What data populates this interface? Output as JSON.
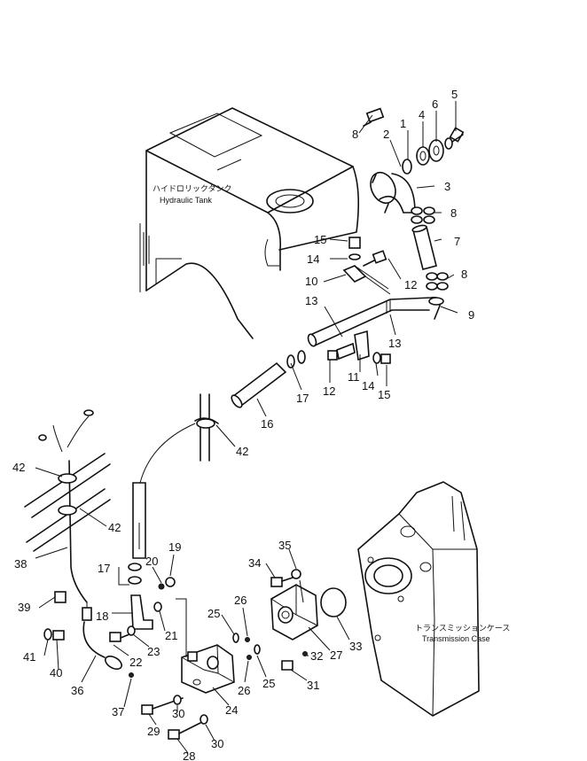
{
  "labels": {
    "hydraulic_tank_jp": "ハイドロリックタンク",
    "hydraulic_tank_en": "Hydraulic Tank",
    "transmission_case_jp": "トランスミッションケース",
    "transmission_case_en": "Transmission Case"
  },
  "callouts": [
    {
      "id": "c5",
      "text": "5"
    },
    {
      "id": "c6",
      "text": "6"
    },
    {
      "id": "c4",
      "text": "4"
    },
    {
      "id": "c1",
      "text": "1"
    },
    {
      "id": "c2",
      "text": "2"
    },
    {
      "id": "c8a",
      "text": "8"
    },
    {
      "id": "c3",
      "text": "3"
    },
    {
      "id": "c8b",
      "text": "8"
    },
    {
      "id": "c7",
      "text": "7"
    },
    {
      "id": "c15a",
      "text": "15"
    },
    {
      "id": "c14a",
      "text": "14"
    },
    {
      "id": "c8c",
      "text": "8"
    },
    {
      "id": "c12a",
      "text": "12"
    },
    {
      "id": "c10",
      "text": "10"
    },
    {
      "id": "c13a",
      "text": "13"
    },
    {
      "id": "c9",
      "text": "9"
    },
    {
      "id": "c13b",
      "text": "13"
    },
    {
      "id": "c11",
      "text": "11"
    },
    {
      "id": "c14b",
      "text": "14"
    },
    {
      "id": "c17a",
      "text": "17"
    },
    {
      "id": "c12b",
      "text": "12"
    },
    {
      "id": "c15b",
      "text": "15"
    },
    {
      "id": "c16",
      "text": "16"
    },
    {
      "id": "c42a",
      "text": "42"
    },
    {
      "id": "c42b",
      "text": "42"
    },
    {
      "id": "c42c",
      "text": "42"
    },
    {
      "id": "c38",
      "text": "38"
    },
    {
      "id": "c19",
      "text": "19"
    },
    {
      "id": "c20",
      "text": "20"
    },
    {
      "id": "c17b",
      "text": "17"
    },
    {
      "id": "c35",
      "text": "35"
    },
    {
      "id": "c34",
      "text": "34"
    },
    {
      "id": "c26a",
      "text": "26"
    },
    {
      "id": "c39",
      "text": "39"
    },
    {
      "id": "c18",
      "text": "18"
    },
    {
      "id": "c21",
      "text": "21"
    },
    {
      "id": "c25a",
      "text": "25"
    },
    {
      "id": "c23",
      "text": "23"
    },
    {
      "id": "c33",
      "text": "33"
    },
    {
      "id": "c41",
      "text": "41"
    },
    {
      "id": "c40",
      "text": "40"
    },
    {
      "id": "c22",
      "text": "22"
    },
    {
      "id": "c27",
      "text": "27"
    },
    {
      "id": "c32",
      "text": "32"
    },
    {
      "id": "c36",
      "text": "36"
    },
    {
      "id": "c26b",
      "text": "26"
    },
    {
      "id": "c25b",
      "text": "25"
    },
    {
      "id": "c31",
      "text": "31"
    },
    {
      "id": "c37",
      "text": "37"
    },
    {
      "id": "c24",
      "text": "24"
    },
    {
      "id": "c30a",
      "text": "30"
    },
    {
      "id": "c29",
      "text": "29"
    },
    {
      "id": "c30b",
      "text": "30"
    },
    {
      "id": "c28",
      "text": "28"
    }
  ]
}
